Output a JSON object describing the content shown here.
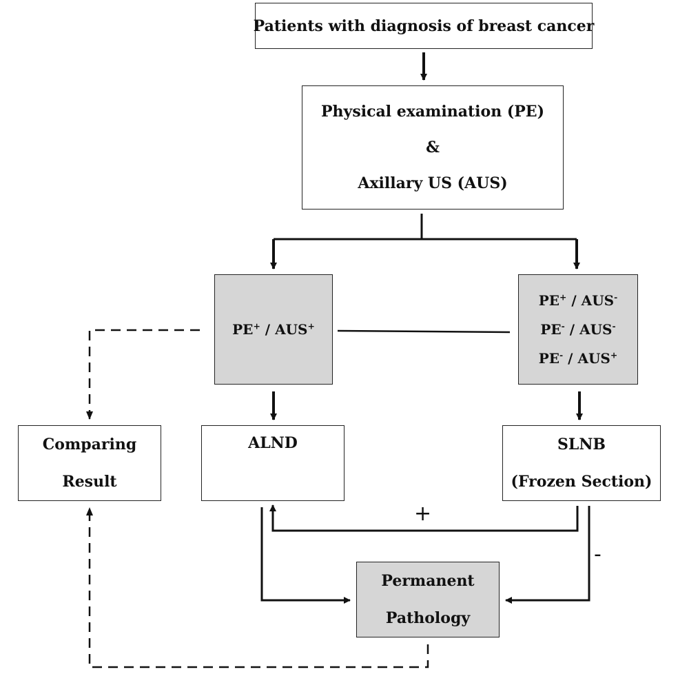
{
  "diagram": {
    "start": "Patients with diagnosis of breast cancer",
    "exam": {
      "line1": "Physical examination (PE)",
      "line2": "&",
      "line3": "Axillary US (AUS)"
    },
    "group_positive": {
      "pe": "PE",
      "pe_sign": "+",
      "sep": " / ",
      "aus": "AUS",
      "aus_sign": "+"
    },
    "group_mixed": [
      {
        "pe": "PE",
        "pe_sign": "+",
        "sep": " / ",
        "aus": "AUS",
        "aus_sign": "-"
      },
      {
        "pe": "PE",
        "pe_sign": "-",
        "sep": " / ",
        "aus": "AUS",
        "aus_sign": "-"
      },
      {
        "pe": "PE",
        "pe_sign": "-",
        "sep": " / ",
        "aus": "AUS",
        "aus_sign": "+"
      }
    ],
    "compare": {
      "line1": "Comparing",
      "line2": "Result"
    },
    "alnd": "ALND",
    "slnb": {
      "line1": "SLNB",
      "line2": "(Frozen Section)"
    },
    "permanent": {
      "line1": "Permanent",
      "line2": "Pathology"
    },
    "edge_labels": {
      "positive": "+",
      "negative": "-"
    },
    "colors": {
      "shaded_box": "#d6d6d6",
      "line": "#111111"
    }
  }
}
